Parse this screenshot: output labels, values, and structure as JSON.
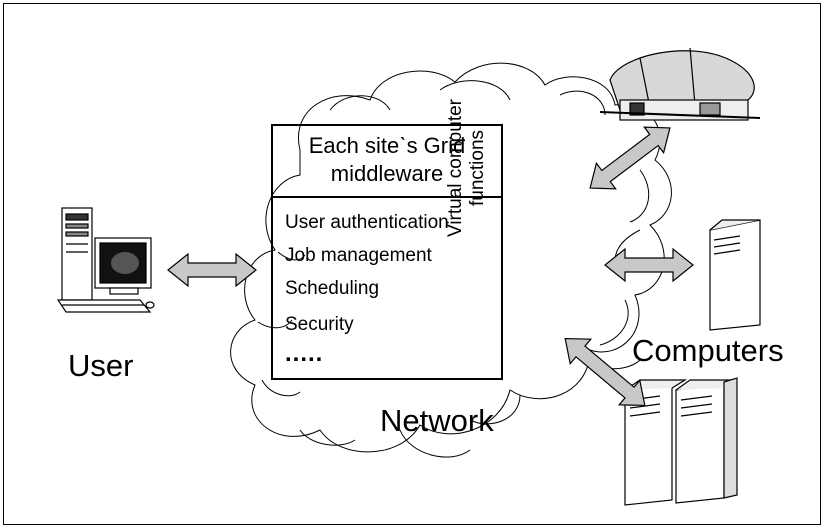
{
  "middleware": {
    "title_line1": "Each siteˋs Grid",
    "title_line2": "middleware",
    "functions": [
      "User authentication",
      "Job management",
      "Scheduling",
      "Security",
      "....."
    ]
  },
  "virtual_functions": {
    "line1": "Virtual computer",
    "line2": "functions"
  },
  "labels": {
    "user": "User",
    "computers": "Computers",
    "network": "Network"
  },
  "colors": {
    "arrow_fill": "#c8c8c8",
    "outline": "#000000",
    "device_fill": "#ffffff",
    "screen": "#111111"
  },
  "icons": [
    "desktop-computer-icon",
    "observatory-icon",
    "server-tower-icon",
    "server-pair-icon",
    "cloud-icon"
  ]
}
